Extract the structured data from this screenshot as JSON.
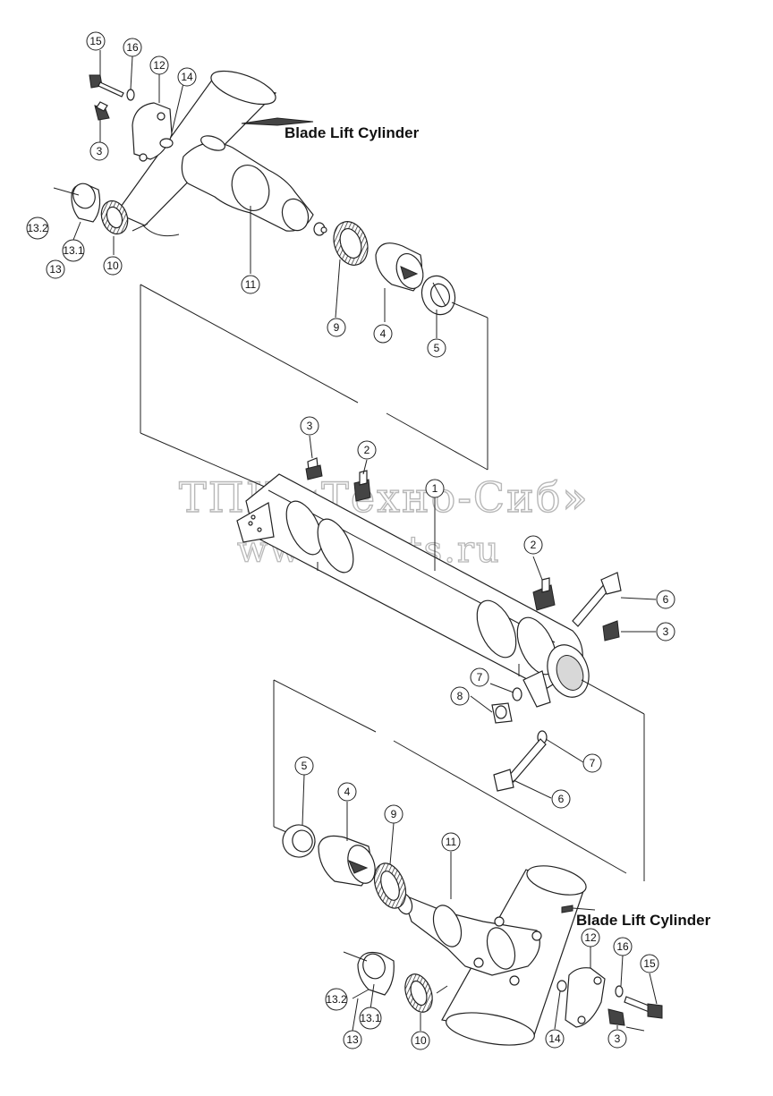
{
  "watermark": {
    "line1": "ТПК «Техно-Сиб»",
    "line2": "www.tpkts.ru"
  },
  "callouts": {
    "top": "Blade Lift Cylinder",
    "bottom": "Blade Lift Cylinder"
  },
  "part_labels": [
    {
      "id": "top-15",
      "text": "15"
    },
    {
      "id": "top-16",
      "text": "16"
    },
    {
      "id": "top-12",
      "text": "12"
    },
    {
      "id": "top-14",
      "text": "14"
    },
    {
      "id": "top-3",
      "text": "3"
    },
    {
      "id": "top-13-2",
      "text": "13.2"
    },
    {
      "id": "top-13-1",
      "text": "13.1"
    },
    {
      "id": "top-13",
      "text": "13"
    },
    {
      "id": "top-10",
      "text": "10"
    },
    {
      "id": "top-11",
      "text": "11"
    },
    {
      "id": "top-9",
      "text": "9"
    },
    {
      "id": "top-4",
      "text": "4"
    },
    {
      "id": "top-5",
      "text": "5"
    },
    {
      "id": "mid-3a",
      "text": "3"
    },
    {
      "id": "mid-2a",
      "text": "2"
    },
    {
      "id": "mid-1",
      "text": "1"
    },
    {
      "id": "mid-2b",
      "text": "2"
    },
    {
      "id": "mid-6a",
      "text": "6"
    },
    {
      "id": "mid-3b",
      "text": "3"
    },
    {
      "id": "mid-7a",
      "text": "7"
    },
    {
      "id": "mid-8",
      "text": "8"
    },
    {
      "id": "mid-7b",
      "text": "7"
    },
    {
      "id": "mid-6b",
      "text": "6"
    },
    {
      "id": "bot-5",
      "text": "5"
    },
    {
      "id": "bot-4",
      "text": "4"
    },
    {
      "id": "bot-9",
      "text": "9"
    },
    {
      "id": "bot-11",
      "text": "11"
    },
    {
      "id": "bot-12",
      "text": "12"
    },
    {
      "id": "bot-16",
      "text": "16"
    },
    {
      "id": "bot-15",
      "text": "15"
    },
    {
      "id": "bot-13-2",
      "text": "13.2"
    },
    {
      "id": "bot-13-1",
      "text": "13.1"
    },
    {
      "id": "bot-13",
      "text": "13"
    },
    {
      "id": "bot-10",
      "text": "10"
    },
    {
      "id": "bot-14",
      "text": "14"
    },
    {
      "id": "bot-3",
      "text": "3"
    }
  ]
}
